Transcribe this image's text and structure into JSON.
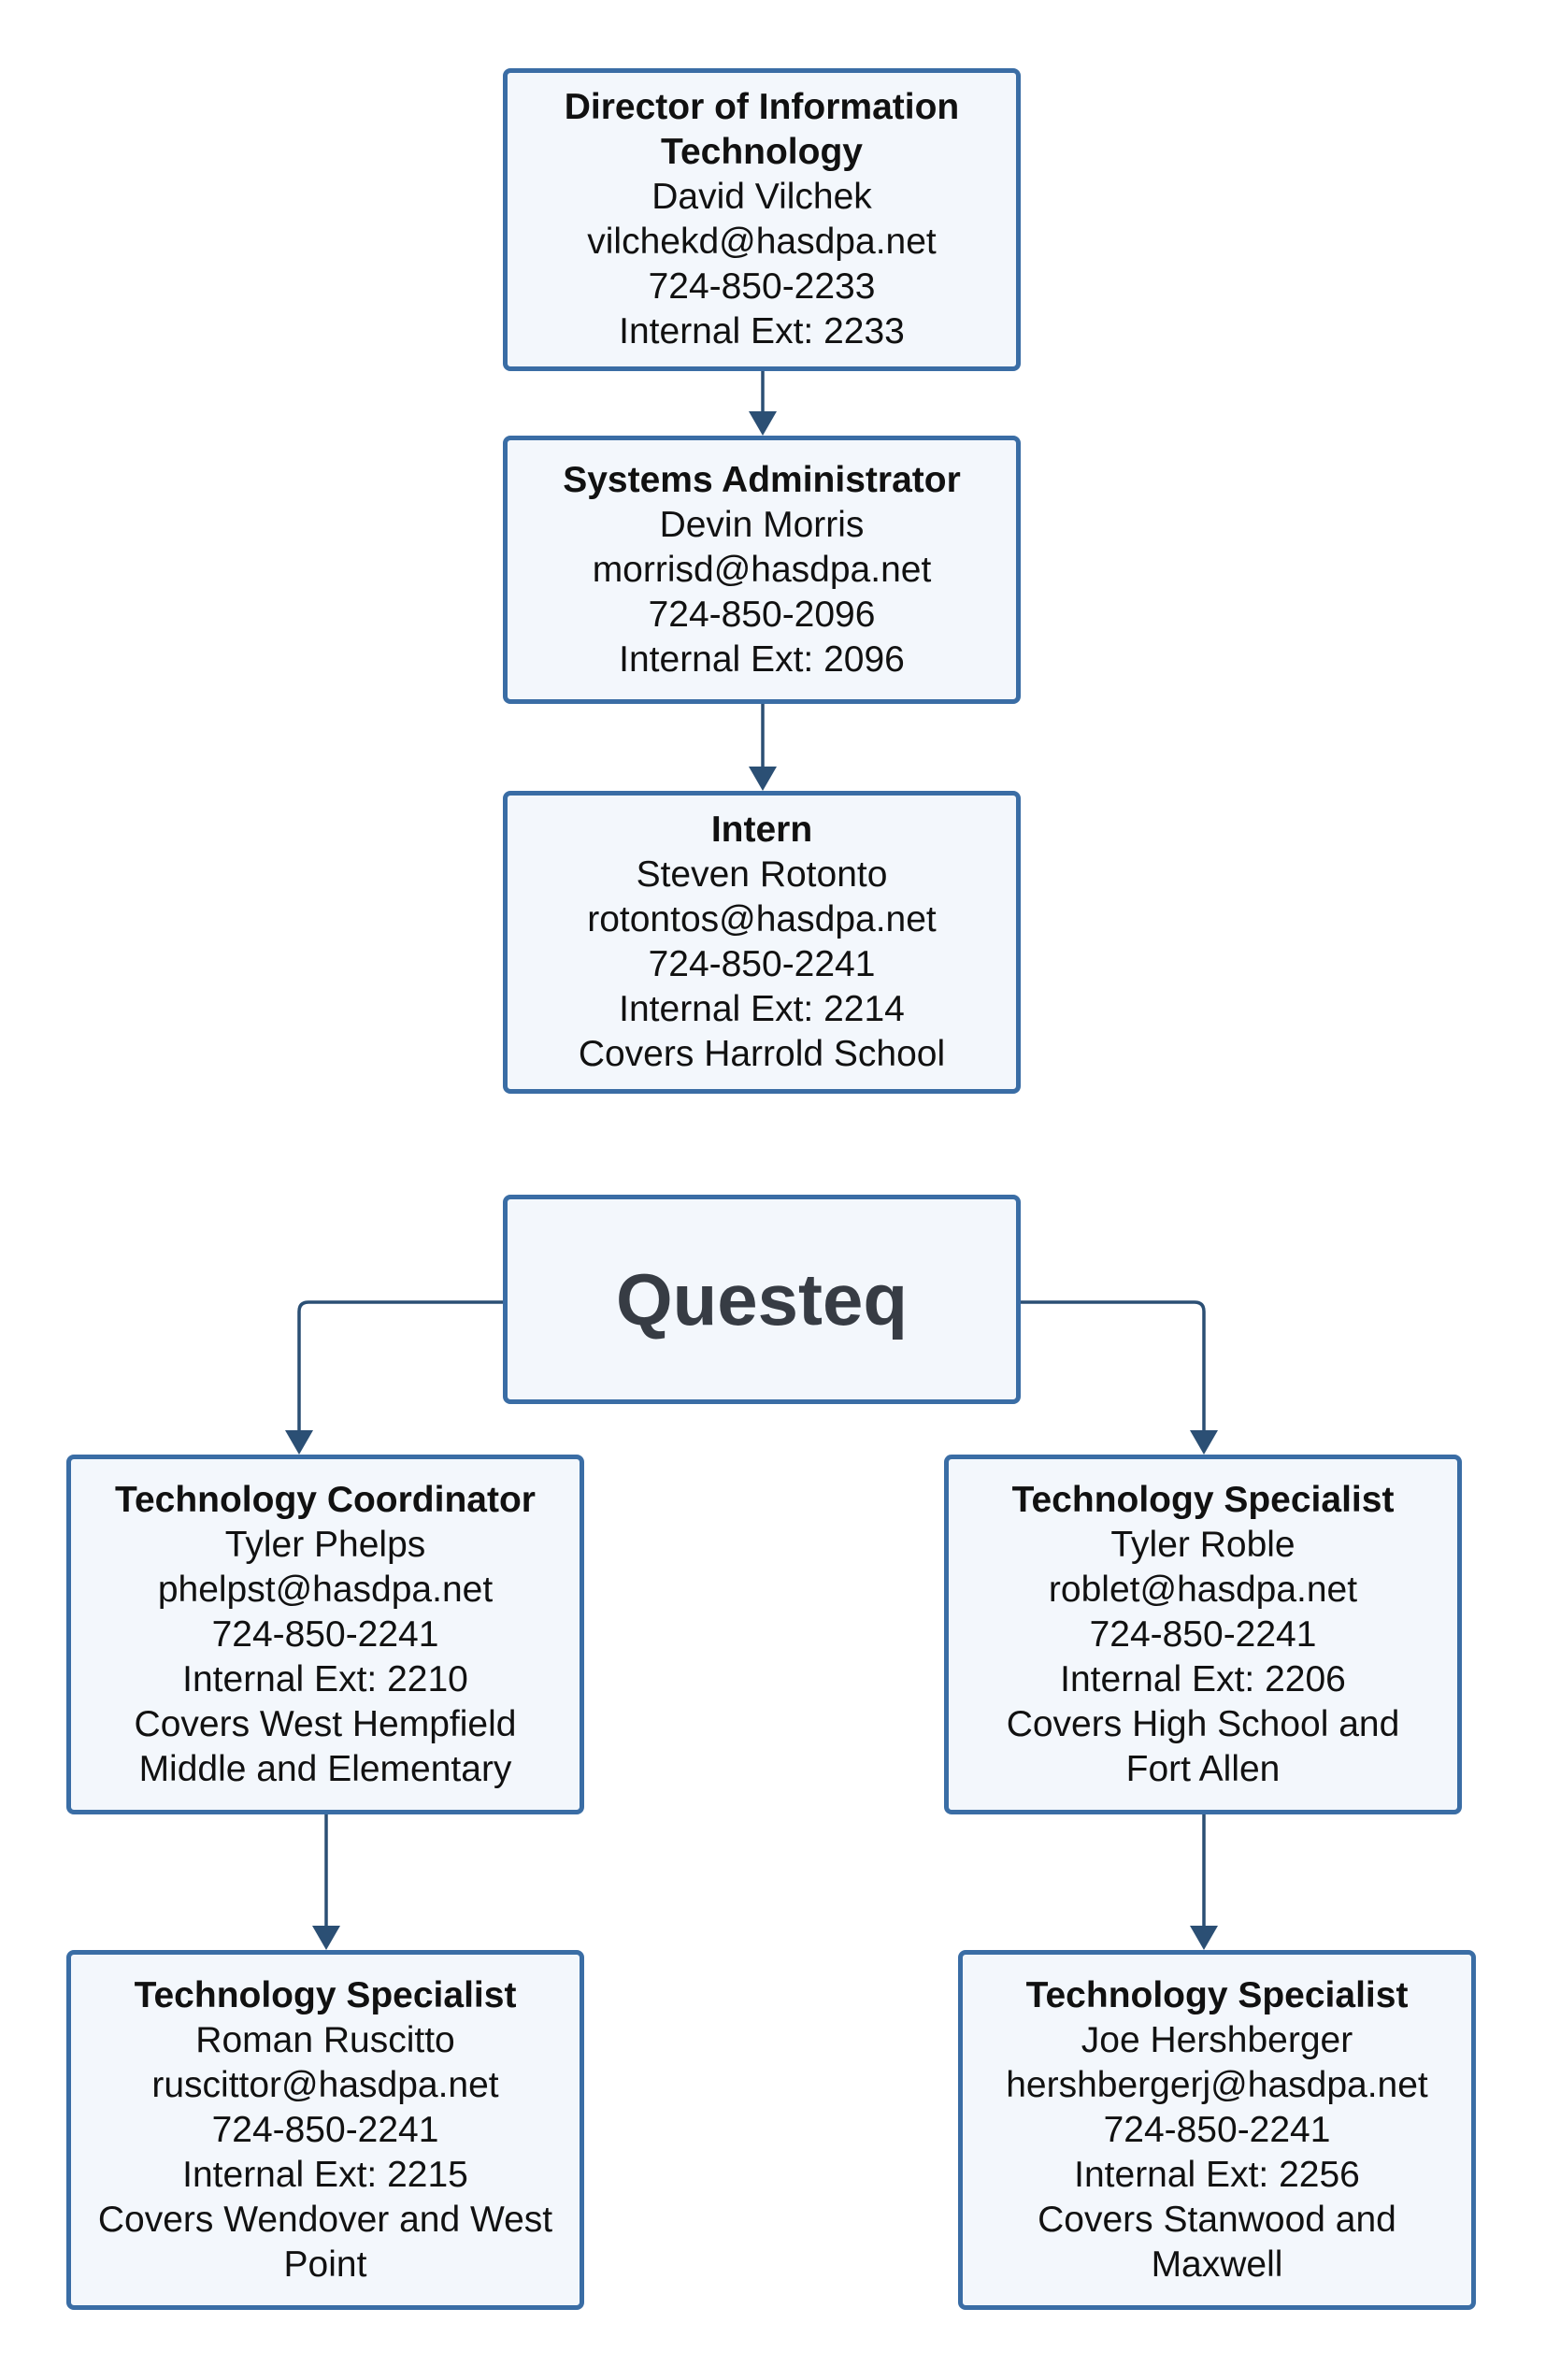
{
  "boxes": {
    "director": {
      "title_line1": "Director of Information",
      "title_line2": "Technology",
      "name": "David Vilchek",
      "email": "vilchekd@hasdpa.net",
      "phone": "724-850-2233",
      "ext": "Internal Ext: 2233"
    },
    "sysadmin": {
      "title": "Systems Administrator",
      "name": "Devin Morris",
      "email": "morrisd@hasdpa.net",
      "phone": "724-850-2096",
      "ext": "Internal Ext: 2096"
    },
    "intern": {
      "title": "Intern",
      "name": "Steven Rotonto",
      "email": "rotontos@hasdpa.net",
      "phone": "724-850-2241",
      "ext": "Internal Ext: 2214",
      "covers": "Covers Harrold School"
    },
    "questeq": {
      "label": "Questeq"
    },
    "coordinator": {
      "title": "Technology Coordinator",
      "name": "Tyler Phelps",
      "email": "phelpst@hasdpa.net",
      "phone": "724-850-2241",
      "ext": "Internal Ext: 2210",
      "covers_line1": "Covers West Hempfield",
      "covers_line2": "Middle and Elementary"
    },
    "specialist_roble": {
      "title": "Technology Specialist",
      "name": "Tyler Roble",
      "email": "roblet@hasdpa.net",
      "phone": "724-850-2241",
      "ext": "Internal Ext: 2206",
      "covers_line1": "Covers High School and",
      "covers_line2": "Fort Allen"
    },
    "specialist_ruscitto": {
      "title": "Technology Specialist",
      "name": "Roman Ruscitto",
      "email": "ruscittor@hasdpa.net",
      "phone": "724-850-2241",
      "ext": "Internal Ext: 2215",
      "covers_line1": "Covers Wendover and West",
      "covers_line2": "Point"
    },
    "specialist_hershberger": {
      "title": "Technology Specialist",
      "name": "Joe Hershberger",
      "email": "hershbergerj@hasdpa.net",
      "phone": "724-850-2241",
      "ext": "Internal Ext: 2256",
      "covers_line1": "Covers Stanwood and",
      "covers_line2": "Maxwell"
    }
  },
  "colors": {
    "box_border": "#3a6da5",
    "box_fill": "#f3f7fc",
    "connector": "#2b4f74",
    "questeq_text": "#373c44"
  }
}
